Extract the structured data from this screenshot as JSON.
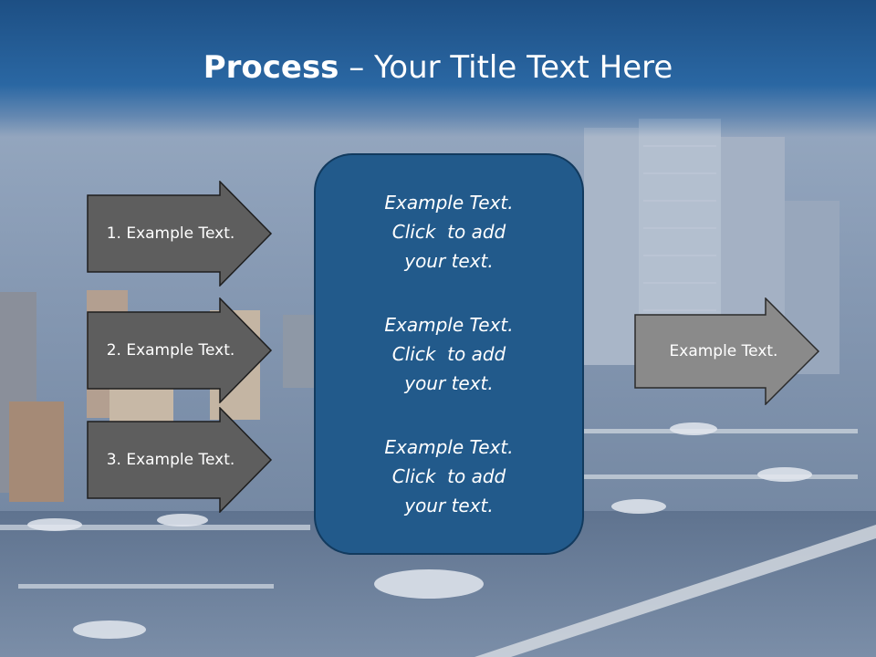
{
  "title": {
    "bold": "Process",
    "rest": " – Your Title Text Here"
  },
  "colors": {
    "title_band": "#2a67a3",
    "left_arrow_fill": "#5e5e5e",
    "right_arrow_fill": "#8a8a8a",
    "center_box_fill": "#225a8b",
    "center_box_border": "#123a5e",
    "text": "#ffffff"
  },
  "left_arrows": [
    {
      "label": "1. Example Text."
    },
    {
      "label": "2. Example Text."
    },
    {
      "label": "3. Example Text."
    }
  ],
  "center_box": {
    "blocks": [
      {
        "lines": [
          "Example Text.",
          "Click  to add",
          "your text."
        ]
      },
      {
        "lines": [
          "Example Text.",
          "Click  to add",
          "your text."
        ]
      },
      {
        "lines": [
          "Example Text.",
          "Click  to add",
          "your text."
        ]
      }
    ]
  },
  "right_arrow": {
    "label": "Example Text."
  }
}
